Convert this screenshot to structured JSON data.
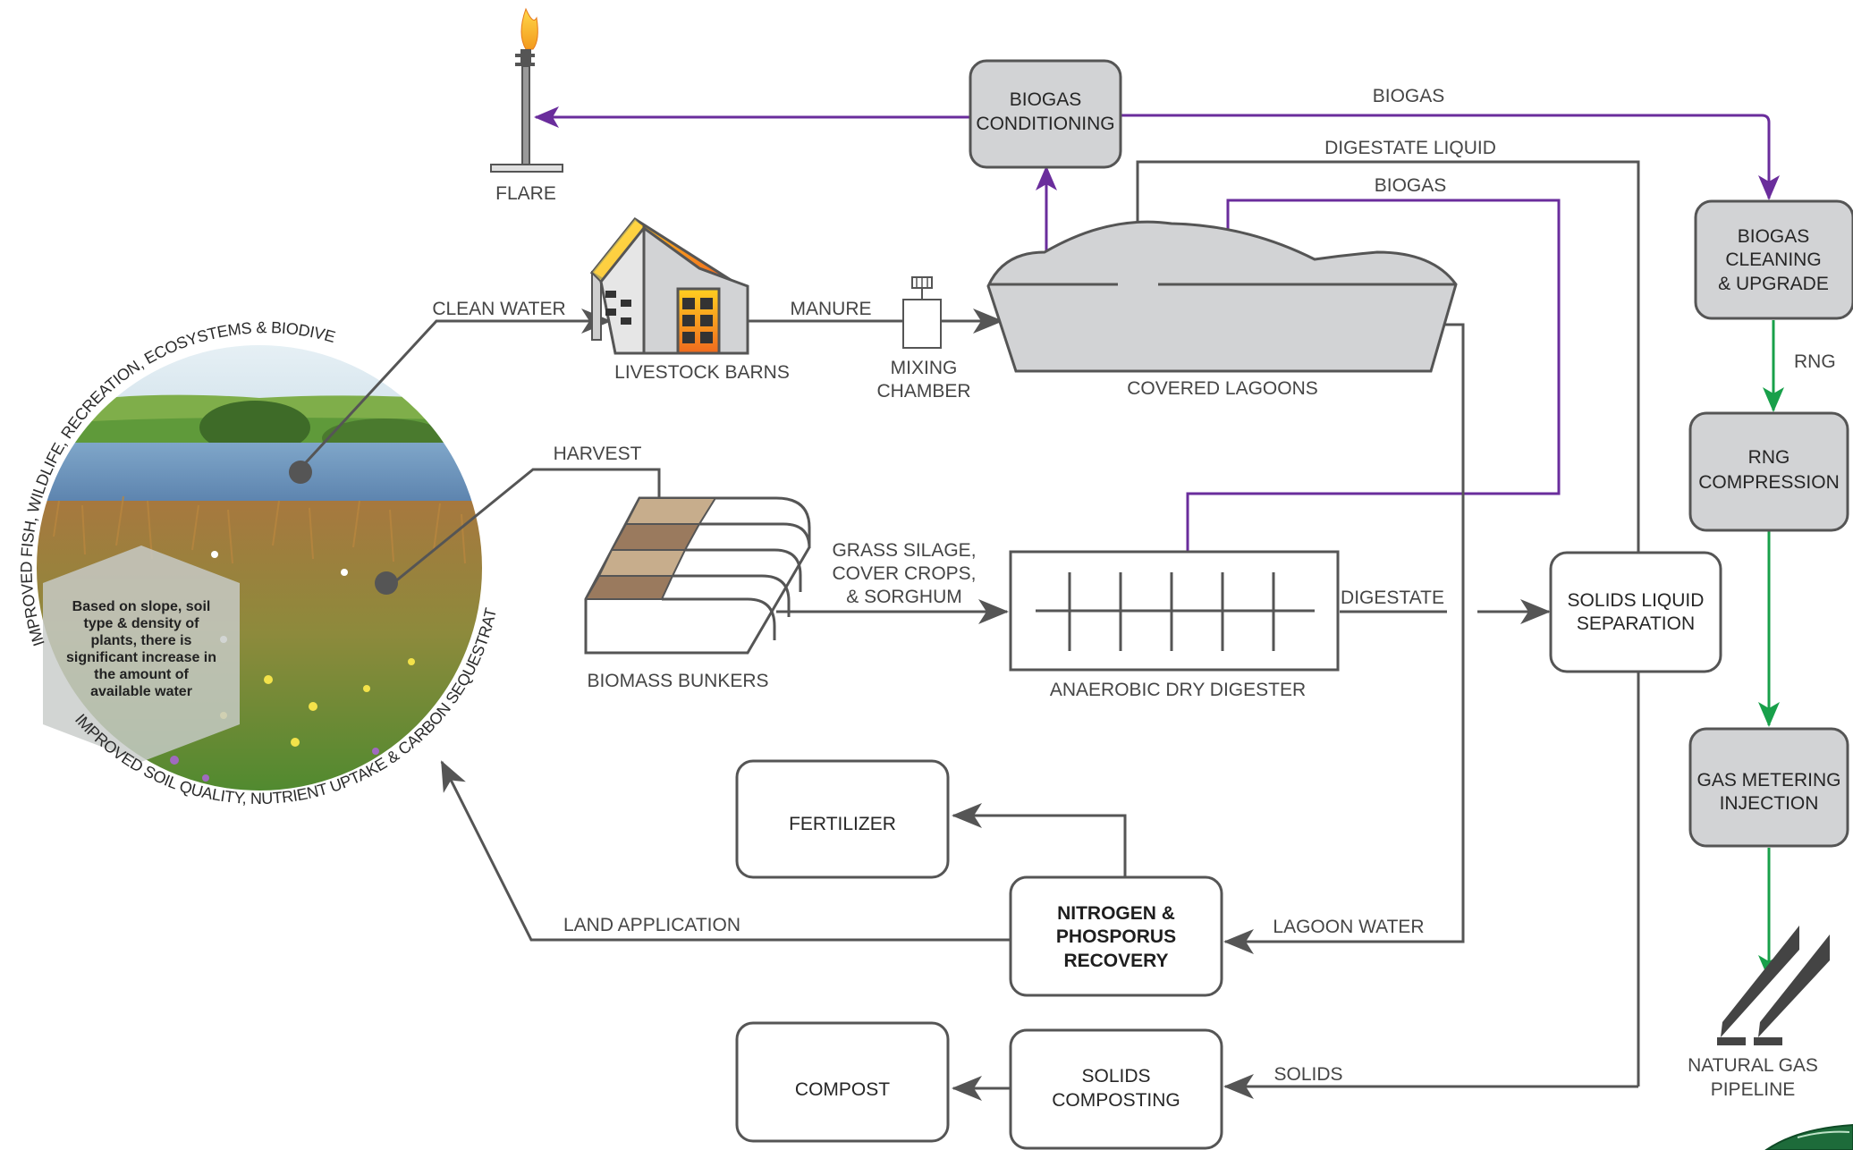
{
  "flare": {
    "label": "FLARE"
  },
  "biogas_conditioning": {
    "line1": "BIOGAS",
    "line2": "CONDITIONING"
  },
  "biogas_cleaning": {
    "line1": "BIOGAS",
    "line2": "CLEANING",
    "line3": "& UPGRADE"
  },
  "rng_compression": {
    "line1": "RNG",
    "line2": "COMPRESSION"
  },
  "gas_metering": {
    "line1": "GAS METERING",
    "line2": "INJECTION"
  },
  "pipeline": {
    "line1": "NATURAL GAS",
    "line2": "PIPELINE"
  },
  "solids_liquid_separation": {
    "line1": "SOLIDS LIQUID",
    "line2": "SEPARATION"
  },
  "covered_lagoons": {
    "label": "COVERED LAGOONS"
  },
  "livestock_barns": {
    "label": "LIVESTOCK BARNS"
  },
  "mixing_chamber": {
    "line1": "MIXING",
    "line2": "CHAMBER"
  },
  "biomass_bunkers": {
    "label": "BIOMASS BUNKERS"
  },
  "dry_digester": {
    "label": "ANAEROBIC DRY DIGESTER"
  },
  "fertilizer": {
    "label": "FERTILIZER"
  },
  "nitrogen_recovery": {
    "line1": "NITROGEN &",
    "line2": "PHOSPORUS",
    "line3": "RECOVERY"
  },
  "compost": {
    "label": "COMPOST"
  },
  "solids_composting": {
    "line1": "SOLIDS",
    "line2": "COMPOSTING"
  },
  "flows": {
    "biogas_top": "BIOGAS",
    "digestate_liquid": "DIGESTATE LIQUID",
    "biogas_mid": "BIOGAS",
    "rng": "RNG",
    "clean_water": "CLEAN WATER",
    "manure": "MANURE",
    "harvest": "HARVEST",
    "grass_line1": "GRASS SILAGE,",
    "grass_line2": "COVER CROPS,",
    "grass_line3": "& SORGHUM",
    "digestate": "DIGESTATE",
    "land_application": "LAND APPLICATION",
    "lagoon_water": "LAGOON WATER",
    "solids": "SOLIDS"
  },
  "landscape": {
    "arc_top": "IMPROVED FISH, WILDLIFE, RECREATION, ECOSYSTEMS & BIODIVERSITY",
    "arc_bottom": "IMPROVED SOIL QUALITY, NUTRIENT UPTAKE & CARBON SEQUESTRATION",
    "note_lines": [
      "Based on slope, soil",
      "type & density of",
      "plants, there is",
      "significant increase in",
      "the amount of",
      "available water"
    ]
  },
  "colors": {
    "biogas": "#6a2d9c",
    "rng": "#18a04a",
    "process": "#555555",
    "equipment_fill": "#d2d3d5"
  }
}
